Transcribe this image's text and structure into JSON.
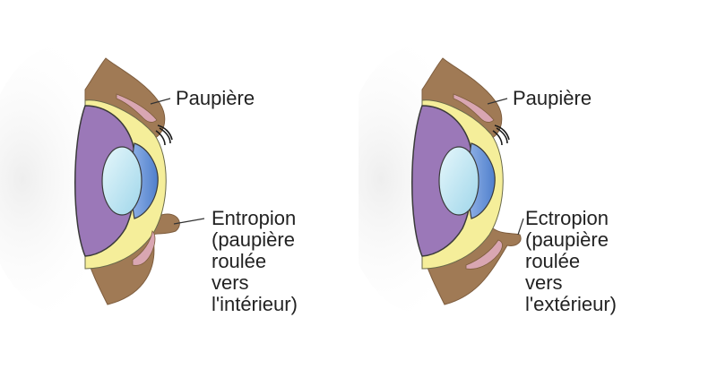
{
  "colors": {
    "skin": "#a07a55",
    "skin_dark": "#7e5d3e",
    "sclera_yellow": "#f5ee9a",
    "vitreous_purple": "#9b78b8",
    "lens_blue": "#6f97d8",
    "cornea_cyan": "#bfe6f2",
    "lid_pink": "#d9a6b2",
    "outline": "#3a3a3a"
  },
  "panels": [
    {
      "id": "entropion",
      "lid_label": "Paupière",
      "condition_lines": [
        "Entropion",
        "(paupière",
        "roulée",
        "vers",
        "l'intérieur)"
      ]
    },
    {
      "id": "ectropion",
      "lid_label": "Paupière",
      "condition_lines": [
        "Ectropion",
        "(paupière",
        "roulée",
        "vers",
        "l'extérieur)"
      ]
    }
  ]
}
